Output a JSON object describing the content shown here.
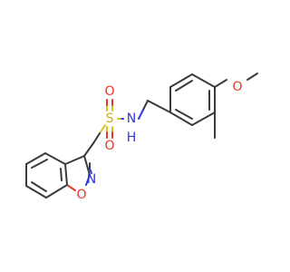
{
  "molecule": {
    "atoms": {
      "O_methoxy": {
        "symbol": "O",
        "color": "#e8362b"
      },
      "S_sulfonyl": {
        "symbol": "S",
        "color": "#c9b21a"
      },
      "O_sulfonyl_top": {
        "symbol": "O",
        "color": "#e8362b"
      },
      "O_sulfonyl_bottom": {
        "symbol": "O",
        "color": "#e8362b"
      },
      "N_amide": {
        "symbol": "N",
        "color": "#2e39d8"
      },
      "H_amide": {
        "symbol": "H",
        "color": "#2e39d8"
      },
      "N_isoxazole": {
        "symbol": "N",
        "color": "#2e39d8"
      },
      "O_isoxazole": {
        "symbol": "O",
        "color": "#e8362b"
      }
    }
  }
}
